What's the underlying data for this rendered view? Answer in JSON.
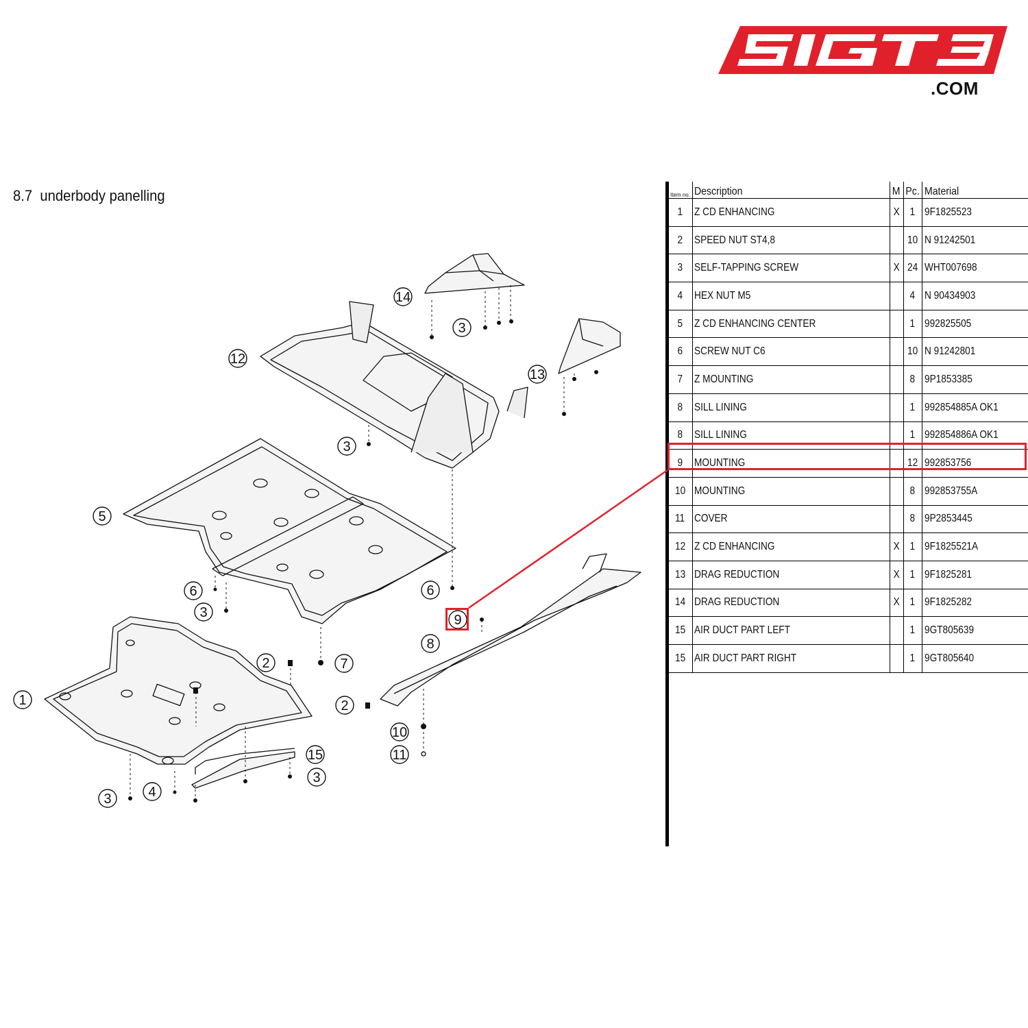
{
  "logo": {
    "text": "SIGT3",
    "domain": ".COM",
    "brand_color": "#e0212b"
  },
  "section": {
    "title": "8.7  underbody panelling"
  },
  "table": {
    "headers": {
      "item_no": "Item no.",
      "description": "Description",
      "m": "M",
      "pc": "Pc.",
      "material": "Material"
    },
    "rows": [
      {
        "item": "1",
        "description": "Z CD ENHANCING",
        "m": "X",
        "pc": "1",
        "material": "9F1825523"
      },
      {
        "item": "2",
        "description": "SPEED NUT ST4,8",
        "m": "",
        "pc": "10",
        "material": "N 91242501"
      },
      {
        "item": "3",
        "description": "SELF-TAPPING SCREW",
        "m": "X",
        "pc": "24",
        "material": "WHT007698"
      },
      {
        "item": "4",
        "description": "HEX NUT M5",
        "m": "",
        "pc": "4",
        "material": "N 90434903"
      },
      {
        "item": "5",
        "description": "Z CD ENHANCING CENTER",
        "m": "",
        "pc": "1",
        "material": "992825505"
      },
      {
        "item": "6",
        "description": "SCREW NUT C6",
        "m": "",
        "pc": "10",
        "material": "N 91242801"
      },
      {
        "item": "7",
        "description": "Z MOUNTING",
        "m": "",
        "pc": "8",
        "material": "9P1853385"
      },
      {
        "item": "8",
        "description": "SILL LINING",
        "m": "",
        "pc": "1",
        "material": "992854885A OK1"
      },
      {
        "item": "8",
        "description": "SILL LINING",
        "m": "",
        "pc": "1",
        "material": "992854886A OK1"
      },
      {
        "item": "9",
        "description": "MOUNTING",
        "m": "",
        "pc": "12",
        "material": "992853756"
      },
      {
        "item": "10",
        "description": "MOUNTING",
        "m": "",
        "pc": "8",
        "material": "992853755A"
      },
      {
        "item": "11",
        "description": "COVER",
        "m": "",
        "pc": "8",
        "material": "9P2853445"
      },
      {
        "item": "12",
        "description": "Z CD ENHANCING",
        "m": "X",
        "pc": "1",
        "material": "9F1825521A"
      },
      {
        "item": "13",
        "description": "DRAG REDUCTION",
        "m": "X",
        "pc": "1",
        "material": "9F1825281"
      },
      {
        "item": "14",
        "description": "DRAG REDUCTION",
        "m": "X",
        "pc": "1",
        "material": "9F1825282"
      },
      {
        "item": "15",
        "description": "AIR DUCT PART LEFT",
        "m": "",
        "pc": "1",
        "material": "9GT805639"
      },
      {
        "item": "15",
        "description": "AIR DUCT PART RIGHT",
        "m": "",
        "pc": "1",
        "material": "9GT805640"
      }
    ],
    "highlighted_item": "9"
  },
  "diagram": {
    "callouts": [
      "14",
      "3",
      "12",
      "13",
      "3",
      "5",
      "6",
      "3",
      "6",
      "9",
      "8",
      "2",
      "7",
      "1",
      "2",
      "10",
      "11",
      "15",
      "3",
      "4",
      "3"
    ]
  },
  "colors": {
    "highlight": "#e0212b",
    "line": "#111111"
  }
}
